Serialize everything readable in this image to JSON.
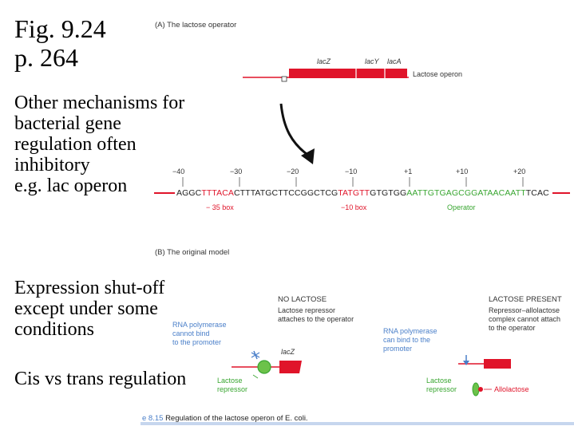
{
  "title_lines": [
    "Fig. 9.24",
    "p. 264"
  ],
  "bullets": {
    "b1": "Other mechanisms for bacterial gene regulation often inhibitory",
    "b1_example": "e.g. lac operon",
    "b2": "Expression shut-off except under some conditions",
    "b3": "Cis vs trans regulation"
  },
  "panel_a": {
    "heading": "(A) The lactose operator",
    "genes": [
      "lacZ",
      "lacY",
      "lacA"
    ],
    "operon_label": "Lactose operon",
    "ticks": [
      "−40",
      "−30",
      "−20",
      "−10",
      "+1",
      "+10",
      "+20"
    ],
    "sequence": {
      "s1": "AGGC",
      "s2": "TTTACA",
      "s3": "CTTTATGCTTCCGGCTCG",
      "s4": "TATGTT",
      "s5": "GTGTGG",
      "s6": "AATTGTGAGCGGATAACAATT",
      "s7": "TCAC"
    },
    "box35": "− 35 box",
    "box10": "−10 box",
    "operator": "Operator"
  },
  "panel_b": {
    "heading": "(B) The original model",
    "no_lactose": "NO LACTOSE",
    "no_lactose_desc": [
      "Lactose repressor",
      "attaches to the operator"
    ],
    "rnap_cannot": [
      "RNA polymerase",
      "cannot bind",
      "to the promoter"
    ],
    "lacz": "lacZ",
    "repressor_left": [
      "Lactose",
      "repressor"
    ],
    "lactose_present": "LACTOSE PRESENT",
    "present_desc": [
      "Repressor–allolactose",
      "complex cannot attach",
      "to the operator"
    ],
    "rnap_can": [
      "RNA polymerase",
      "can bind to the",
      "promoter"
    ],
    "repressor_right": [
      "Lactose",
      "repressor"
    ],
    "allolactose": "Allolactose"
  },
  "caption": {
    "num": "e 8.15",
    "text": "Regulation of the lactose operon of E. coli."
  },
  "colors": {
    "red": "#e0142a",
    "green": "#39a631",
    "blue": "#4a7fc9"
  }
}
